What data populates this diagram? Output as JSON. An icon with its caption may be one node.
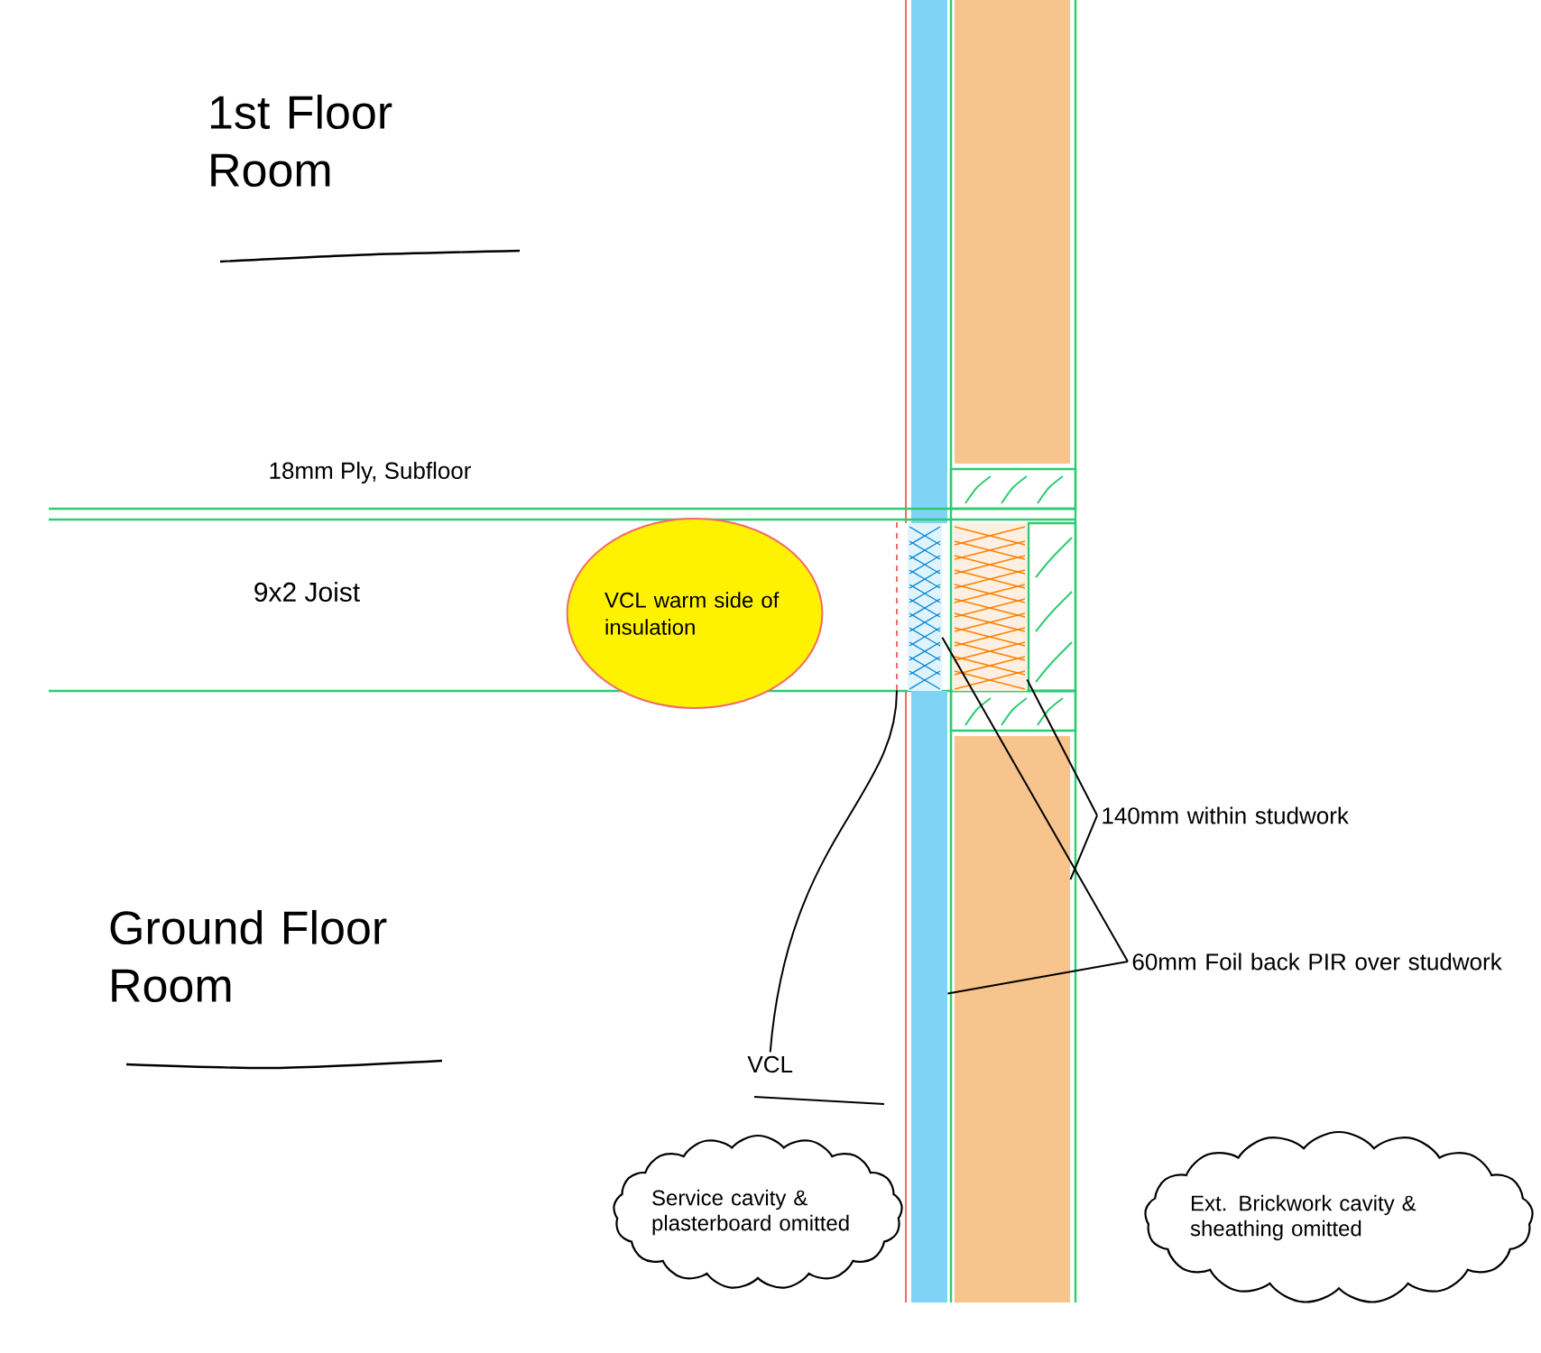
{
  "diagram": {
    "nodes": [
      {
        "text": [
          "VCL warm side of insulation"
        ]
      },
      {
        "text": [],
        "shape": "bar"
      },
      {
        "text": [],
        "shape": "box"
      },
      {
        "text": [],
        "shape": "box"
      },
      {
        "text": [],
        "shape": "box"
      },
      {
        "text": [],
        "shape": "box"
      },
      {
        "text": [
          "140mm within studwork"
        ]
      },
      {
        "text": [
          "60mm Foil back PIR over studwork"
        ]
      },
      {
        "text": [
          "VCL"
        ]
      },
      {
        "text": [
          "Service cavity & plasterboard omitted"
        ]
      },
      {
        "text": [
          "Ext. Brickwork cavity & sheathing omitted"
        ]
      }
    ],
    "edges": [
      {
        "from": 6,
        "to": 3,
        "arrow": "none"
      },
      {
        "from": 6,
        "to": 5,
        "arrow": "none"
      },
      {
        "from": 7,
        "to": 2,
        "arrow": "none"
      },
      {
        "from": 7,
        "to": 4,
        "arrow": "none"
      },
      {
        "from": 8,
        "to": 1,
        "arrow": "none"
      }
    ],
    "labels": [
      "1st Floor Room",
      "18mm Ply, Subfloor",
      "9x2 Joist",
      "Ground Floor Room"
    ]
  }
}
